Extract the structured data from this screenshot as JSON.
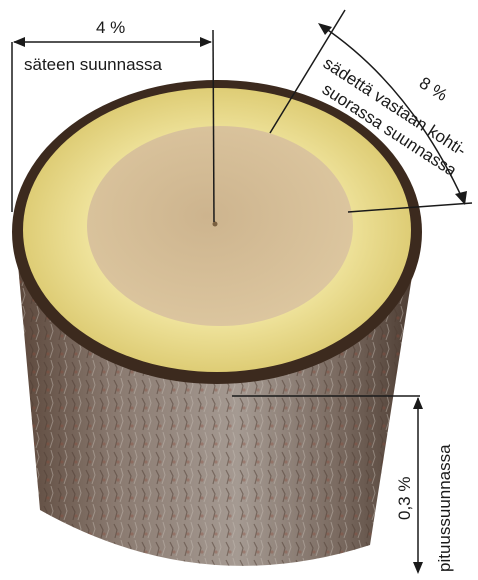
{
  "radial": {
    "percent": "4 %",
    "label": "säteen suunnassa"
  },
  "tangential": {
    "percent": "8 %",
    "line1": "sädettä vastaan kohti-",
    "line2": "suorassa suunnassa"
  },
  "longitudinal": {
    "percent": "0,3 %",
    "label": "pituussuunnassa"
  },
  "colors": {
    "bark_dark": "#3c2a1e",
    "bark_mid": "#6b5446",
    "bark_light": "#9a8a7e",
    "sapwood": "#e8d98a",
    "heartwood": "#d6c09a",
    "ink": "#1a1a1a"
  }
}
